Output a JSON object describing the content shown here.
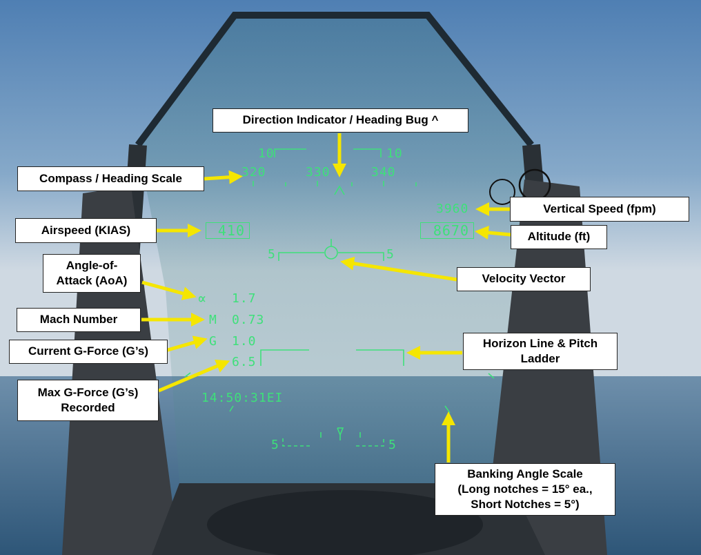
{
  "colors": {
    "hud_green": "#3ee07a",
    "arrow_yellow": "#f5e600",
    "sky_top": "#5f8fc0",
    "sky_horizon": "#c9d6e0",
    "sea": "#4d7494",
    "cockpit_frame": "#3b3f44"
  },
  "hud": {
    "compass": {
      "headings": [
        "320",
        "330",
        "340"
      ],
      "pitch_left": "10",
      "pitch_right": "10",
      "heading_bug_icon": "caret-up-icon"
    },
    "airspeed": "410",
    "altitude": "8670",
    "vertical_speed": "3960",
    "velocity_vector": {
      "left_label": "5",
      "right_label": "5",
      "icon": "circle-marker-icon"
    },
    "aoa": {
      "symbol": "∝",
      "value": "1.7"
    },
    "mach": {
      "symbol": "M",
      "value": "0.73"
    },
    "g_force": {
      "symbol": "G",
      "value": "1.0"
    },
    "max_g": "6.5",
    "clock": "14:50:31EI",
    "lower_ladder": {
      "left_label": "5",
      "right_label": "5",
      "marker_icon": "triangle-down-icon"
    }
  },
  "callouts": {
    "direction_indicator": "Direction Indicator / Heading Bug ^",
    "compass": "Compass / Heading Scale",
    "airspeed": "Airspeed (KIAS)",
    "aoa": "Angle-of-\nAttack (AoA)",
    "mach": "Mach Number",
    "current_g": "Current G-Force (G’s)",
    "max_g": "Max G-Force (G’s)\nRecorded",
    "vertical_speed": "Vertical Speed (fpm)",
    "altitude": "Altitude (ft)",
    "velocity_vector": "Velocity Vector",
    "horizon": "Horizon Line & Pitch\nLadder",
    "banking": "Banking Angle Scale\n(Long notches = 15° ea.,\nShort Notches = 5°)"
  }
}
